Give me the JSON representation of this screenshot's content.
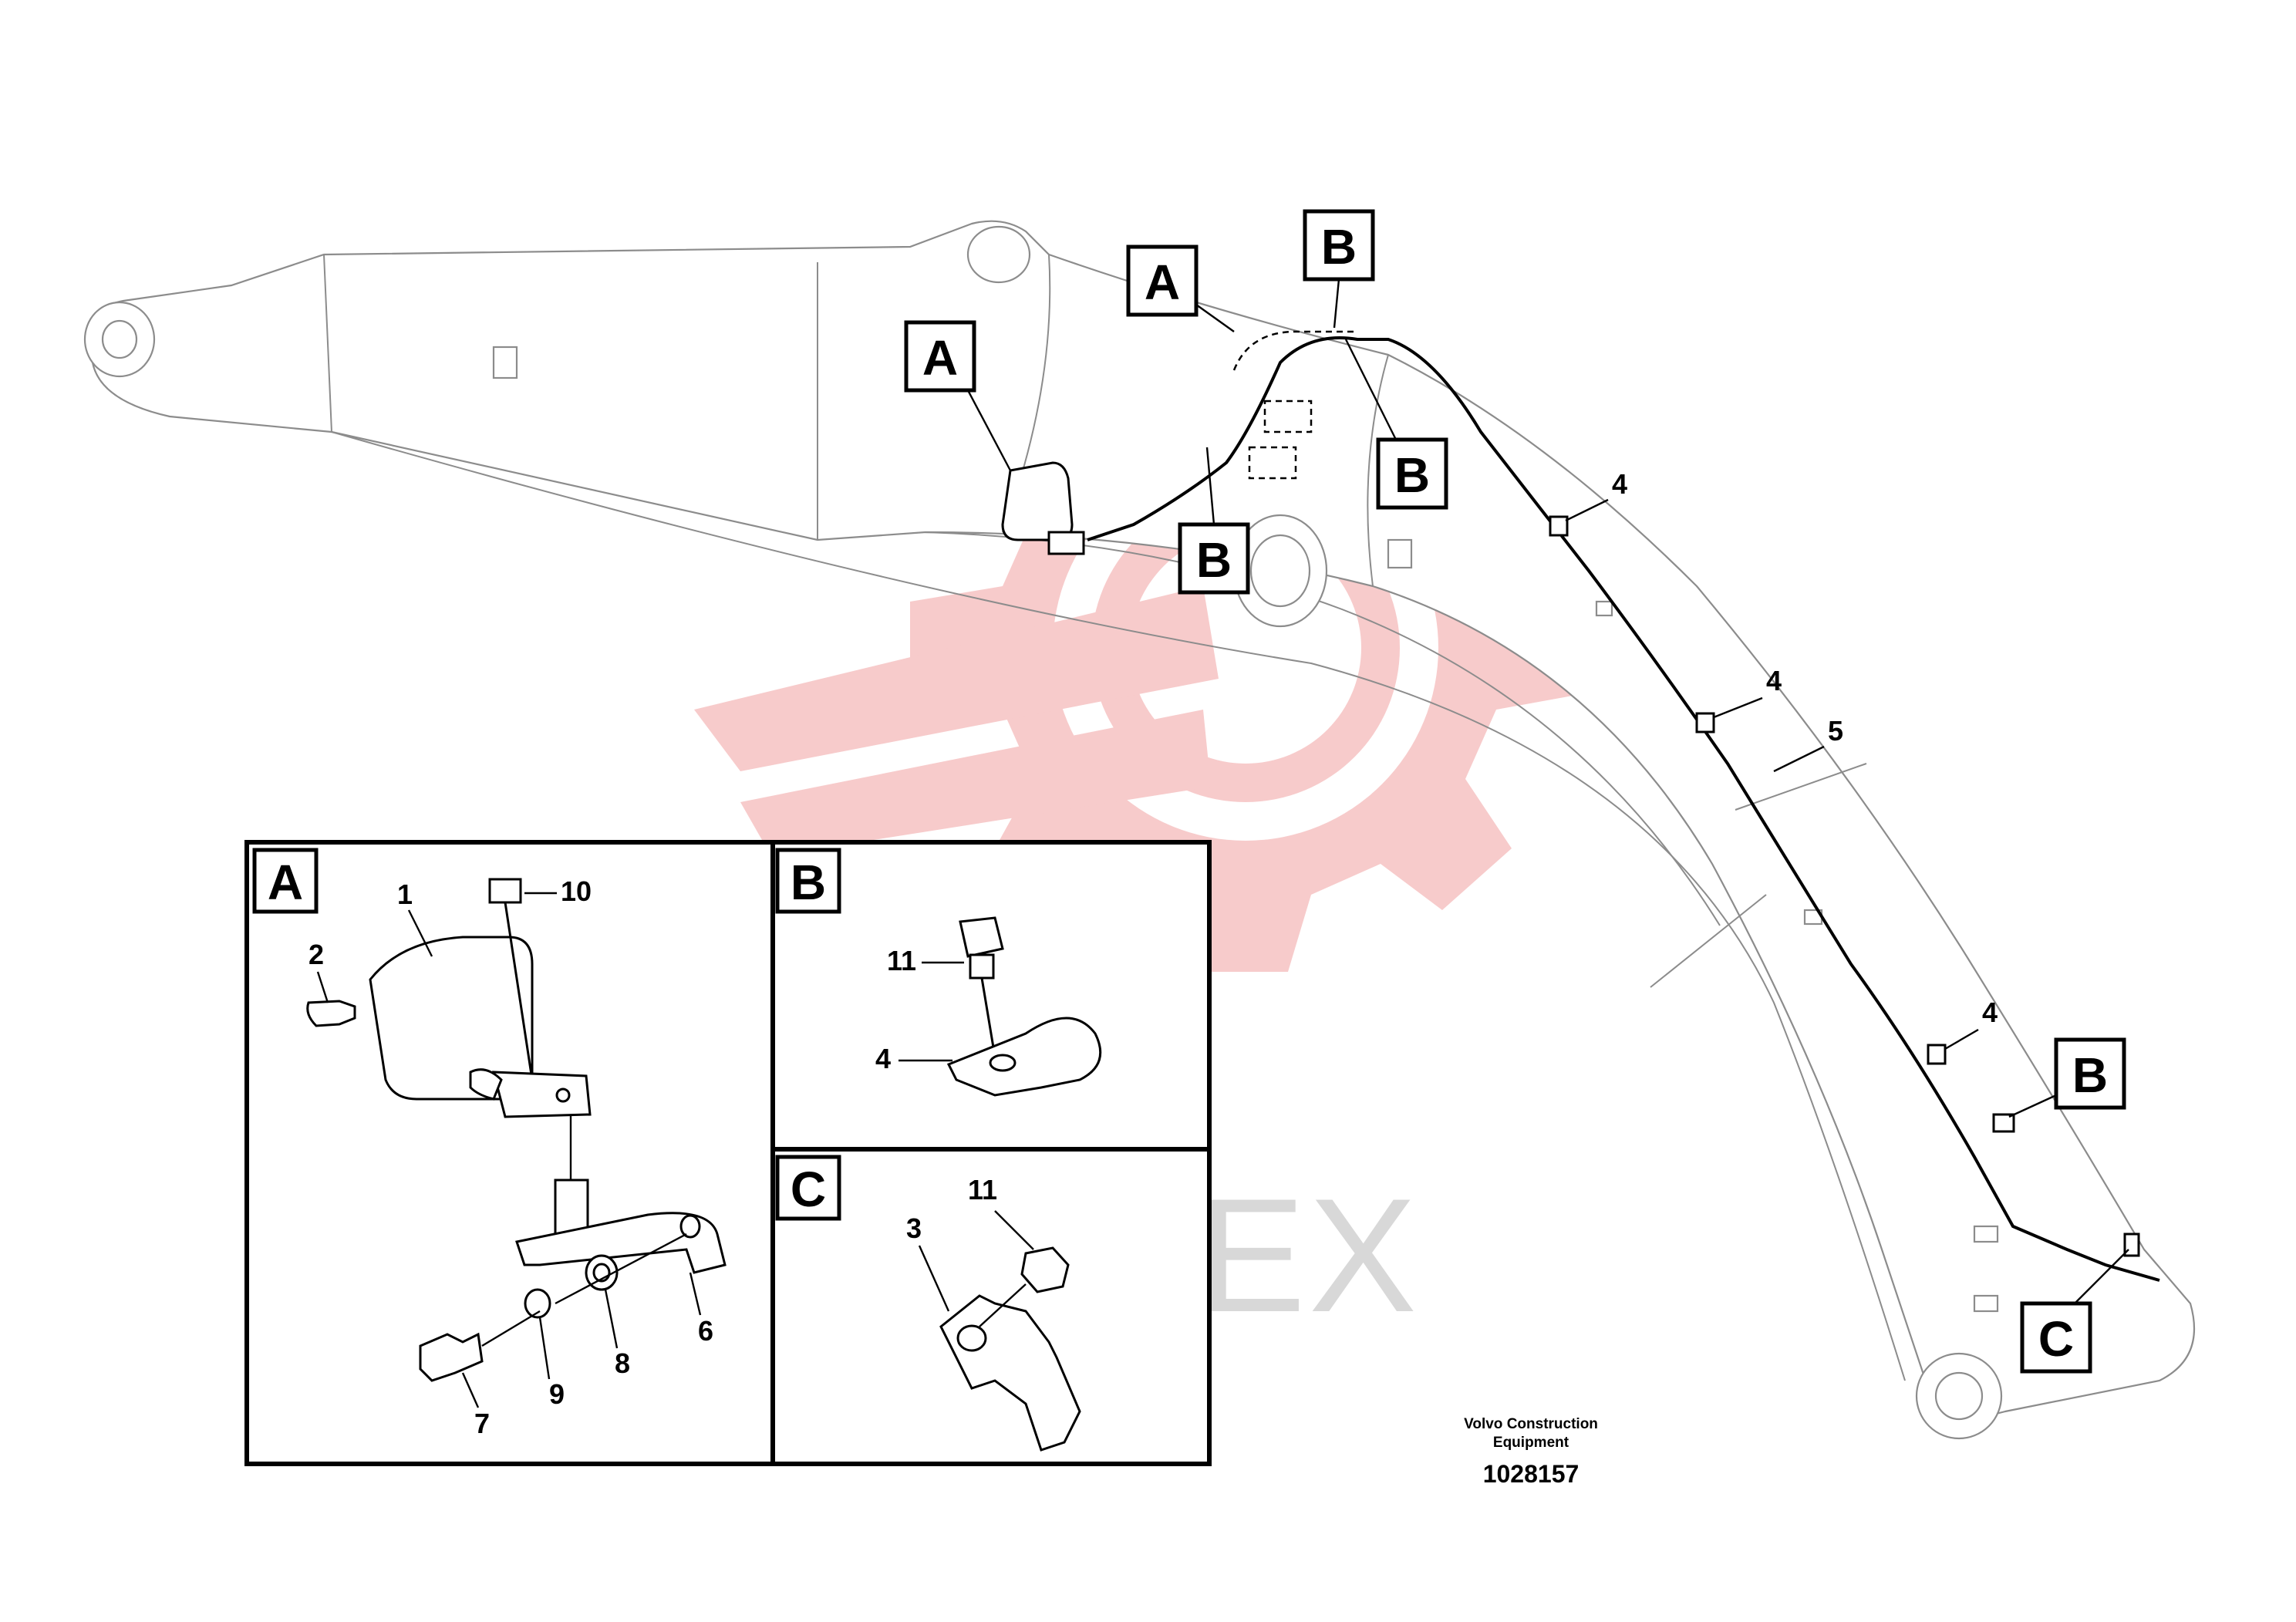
{
  "callouts": {
    "a_upper": "A",
    "a_lower": "A",
    "b_top": "B",
    "b_mid_right": "B",
    "b_mid_lower": "B",
    "b_arm_end": "B",
    "c_arm_end": "C"
  },
  "main_numbers": {
    "n4_a": "4",
    "n4_b": "4",
    "n5": "5",
    "n4_c": "4"
  },
  "panels": {
    "a": {
      "title": "A",
      "numbers": {
        "n1": "1",
        "n2": "2",
        "n10": "10",
        "n6": "6",
        "n7": "7",
        "n8": "8",
        "n9": "9"
      }
    },
    "b": {
      "title": "B",
      "numbers": {
        "n11": "11",
        "n4": "4"
      }
    },
    "c": {
      "title": "C",
      "numbers": {
        "n3": "3",
        "n11": "11"
      }
    }
  },
  "credit": {
    "line1": "Volvo Construction",
    "line2": "Equipment",
    "doc_number": "1028157"
  },
  "watermark": {
    "text": "ИНТЕХ",
    "color": "#f4b8b8"
  }
}
